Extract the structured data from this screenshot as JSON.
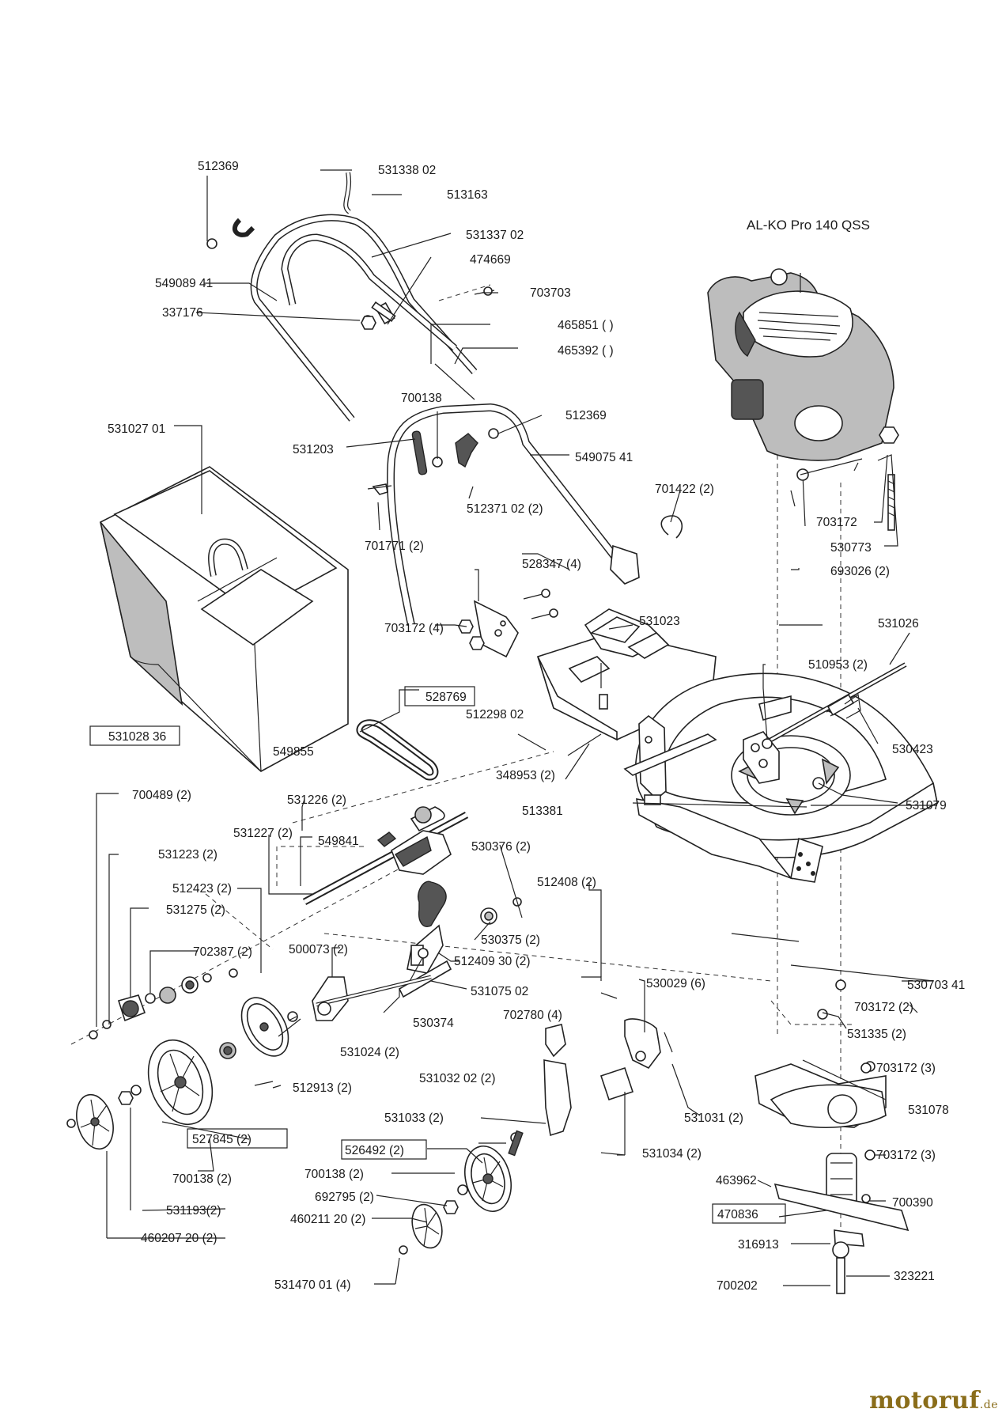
{
  "engine_model": "AL-KO Pro 140 QSS",
  "brand": {
    "name": "motoruf",
    "suffix": ".de"
  },
  "labels": {
    "l01": "512369",
    "l02": "531338 02",
    "l03": "513163",
    "l04": "531337 02",
    "l05": "474669",
    "l06": "549089 41",
    "l07": "703703",
    "l08": "337176",
    "l09": "465851 (   )",
    "l10": "465392 (   )",
    "l11": "700138",
    "l12": "512369",
    "l13": "531027 01",
    "l14": "531203",
    "l15": "549075 41",
    "l16": "701422 (2)",
    "l17": "512371 02 (2)",
    "l18": "703172",
    "l19": "701771 (2)",
    "l20": "530773",
    "l21": "693026 (2)",
    "l22": "528347 (4)",
    "l23": "531023",
    "l24": "531026",
    "l25": "703172 (4)",
    "l26": "510953 (2)",
    "l27": "528769",
    "l28": "512298 02",
    "l29": "531028 36",
    "l30": "530423",
    "l31": "549855",
    "l32": "348953 (2)",
    "l33": "700489 (2)",
    "l34": "531226 (2)",
    "l35": "531079",
    "l36": "513381",
    "l37": "531227 (2)",
    "l38": "549841",
    "l39": "531223 (2)",
    "l40": "530376 (2)",
    "l41": "512423 (2)",
    "l42": "512408 (2)",
    "l43": "531275 (2)",
    "l44": "530375 (2)",
    "l45": "500073 (2)",
    "l46": "702387 (2)",
    "l47": "512409 30 (2)",
    "l48": "530029 (6)",
    "l49": "531075 02",
    "l50": "530703 41",
    "l51": "702780 (4)",
    "l52": "703172 (2)",
    "l53": "530374",
    "l54": "531335 (2)",
    "l55": "531024 (2)",
    "l56": "703172 (3)",
    "l57": "531032 02 (2)",
    "l58": "512913 (2)",
    "l59": "531078",
    "l60": "531031 (2)",
    "l61": "531033 (2)",
    "l62": "527845 (2)",
    "l63": "526492 (2)",
    "l64": "531034 (2)",
    "l65": "703172 (3)",
    "l66": "700138 (2)",
    "l67": "463962",
    "l68": "692795 (2)",
    "l69": "700390",
    "l70": "700138 (2)",
    "l71": "470836",
    "l72": "460211 20 (2)",
    "l73": "531193(2)",
    "l74": "316913",
    "l75": "460207 20 (2)",
    "l76": "323221",
    "l77": "531470 01 (4)",
    "l78": "700202"
  }
}
